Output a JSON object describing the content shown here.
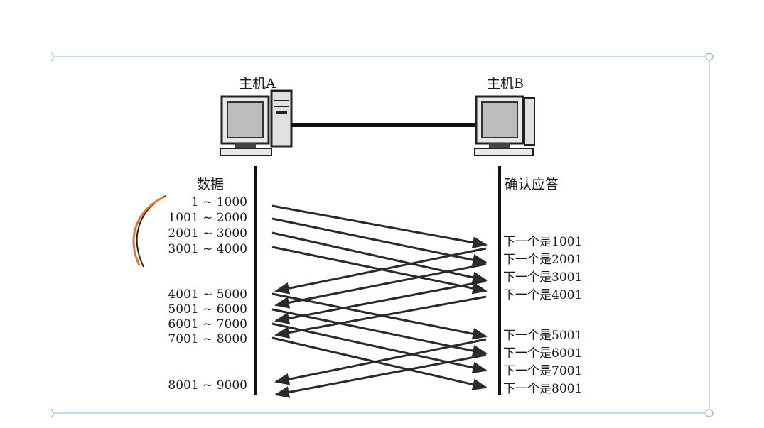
{
  "host_a": {
    "label": "主机A"
  },
  "host_b": {
    "label": "主机B"
  },
  "data_header": "数据",
  "ack_header": "确认应答",
  "data_labels": [
    "1 ~ 1000",
    "1001 ~ 2000",
    "2001 ~ 3000",
    "3001 ~ 4000",
    "4001 ~ 5000",
    "5001 ~ 6000",
    "6001 ~ 7000",
    "7001 ~ 8000",
    "8001 ~ 9000"
  ],
  "ack_labels": [
    "下一个是1001",
    "下一个是2001",
    "下一个是3001",
    "下一个是4001",
    "下一个是5001",
    "下一个是6001",
    "下一个是7001",
    "下一个是8001"
  ],
  "colors": {
    "line": "#2a2a2a",
    "frame": "#8fb2e6",
    "annotation": "#e07a2c"
  }
}
